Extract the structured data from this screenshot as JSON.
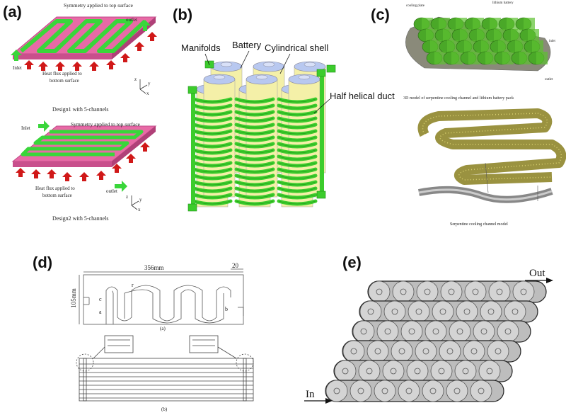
{
  "panels": {
    "a": {
      "label": "(a)",
      "design1": {
        "top_text": "Symmetry applied to top surface",
        "outlet": "outlet",
        "inlet": "Inlet",
        "bottom_text_1": "Heat flux applied to",
        "bottom_text_2": "bottom surface",
        "caption": "Design1 with 5-channels"
      },
      "design2": {
        "top_text": "Symmetry applied to top surface",
        "inlet": "Inlet",
        "outlet": "outlet",
        "bottom_text_1": "Heat flux applied to",
        "bottom_text_2": "bottom surface",
        "caption": "Design2 with 5-channels"
      },
      "axes": {
        "z": "z",
        "y": "y",
        "x": "x"
      }
    },
    "b": {
      "label": "(b)",
      "callouts": {
        "manifolds": "Manifolds",
        "battery": "Battery",
        "shell": "Cylindrical shell",
        "duct": "Half helical duct"
      }
    },
    "c": {
      "label": "(c)",
      "tags": {
        "cooling_plate": "cooling plate",
        "lithium_battery": "lithium battery",
        "inlet": "inlet",
        "outlet": "outlet"
      },
      "caption_top": "3D model of serpentine cooling channel and lithium battery pack",
      "caption_bottom": "Serpentine cooling channel model"
    },
    "d": {
      "label": "(d)",
      "dims": {
        "length": "356mm",
        "end": "20",
        "height": "105mm",
        "r": "r",
        "c": "c",
        "a": "a",
        "b": "b"
      },
      "sub_a": "(a)",
      "sub_b": "(b)"
    },
    "e": {
      "label": "(e)",
      "out": "Out",
      "in": "In"
    }
  },
  "colors": {
    "plate_pink": "#e86aa6",
    "channel_green": "#39d63a",
    "arrow_red": "#d01818",
    "battery_yellow": "#f4f0a8",
    "battery_blue": "#b8c8f0",
    "duct_green": "#3ccc2c",
    "cell_gray": "#c8c8c8",
    "olive": "#9a9240"
  }
}
